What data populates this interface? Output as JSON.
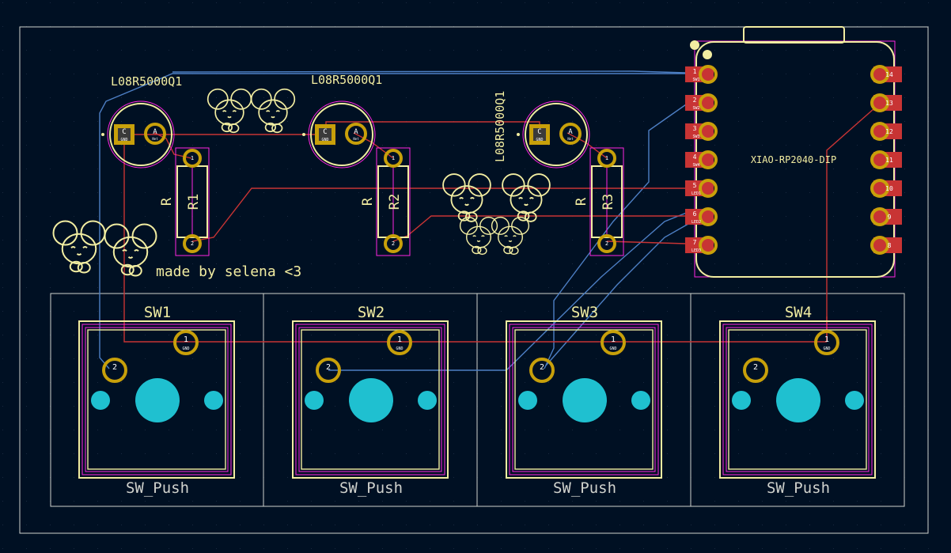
{
  "colors": {
    "background": "#001023",
    "edge_cuts": "#d0d2cd",
    "silkscreen": "#f2eda1",
    "courtyard": "#ff26e2",
    "fab": "#ff26e2",
    "copper_front": "#c83434",
    "copper_back": "#4d7fc4",
    "pad": "#c8a00a",
    "pad_square": "#c8a00a",
    "hole": "#1fc0d0",
    "smd_pad": "#c83434",
    "grid_dot": "#2a3a55"
  },
  "leds": [
    {
      "ref": "L08R5000Q1",
      "pin_c": "C",
      "pin_a": "A",
      "pin_c_net": "GND",
      "pin_a_net": "Net"
    },
    {
      "ref": "L08R5000Q1",
      "pin_c": "C",
      "pin_a": "A",
      "pin_c_net": "GND",
      "pin_a_net": "Net"
    },
    {
      "ref": "L08R5000Q1",
      "pin_c": "C",
      "pin_a": "A",
      "pin_c_net": "GND",
      "pin_a_net": "Net"
    }
  ],
  "resistors": [
    {
      "ref": "R1",
      "value": "R"
    },
    {
      "ref": "R2",
      "value": "R"
    },
    {
      "ref": "R3",
      "value": "R"
    }
  ],
  "switches": [
    {
      "ref": "SW1",
      "value": "SW_Push",
      "pin1": "1",
      "pin2": "2",
      "pin1_net": "GND"
    },
    {
      "ref": "SW2",
      "value": "SW_Push",
      "pin1": "1",
      "pin2": "2",
      "pin1_net": "GND"
    },
    {
      "ref": "SW3",
      "value": "SW_Push",
      "pin1": "1",
      "pin2": "2",
      "pin1_net": "GND"
    },
    {
      "ref": "SW4",
      "value": "SW_Push",
      "pin1": "1",
      "pin2": "2",
      "pin1_net": "GND"
    }
  ],
  "mcu": {
    "ref": "XIAO-RP2040-DIP",
    "left_pins": [
      {
        "num": "1",
        "net": "SW1"
      },
      {
        "num": "2",
        "net": "SW2"
      },
      {
        "num": "3",
        "net": "SW3"
      },
      {
        "num": "4",
        "net": "SW4"
      },
      {
        "num": "5",
        "net": "LED1"
      },
      {
        "num": "6",
        "net": "LED2"
      },
      {
        "num": "7",
        "net": "LED3"
      }
    ],
    "right_pins": [
      "14",
      "13",
      "12",
      "11",
      "10",
      "9",
      "8"
    ]
  },
  "credit_text": "made by selena <3"
}
